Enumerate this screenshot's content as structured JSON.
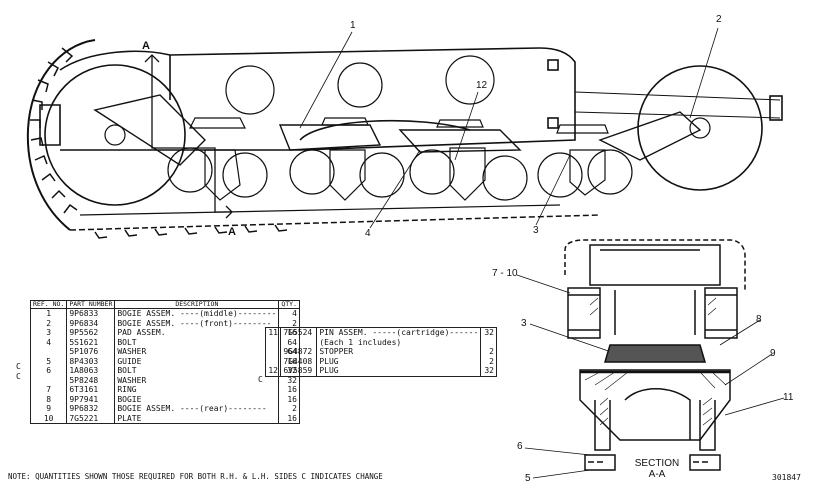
{
  "callouts": {
    "c1_top": "1",
    "c2_top": "2",
    "c12": "12",
    "c4": "4",
    "c3_left": "3",
    "c7_10": "7 - 10",
    "c3_right": "3",
    "c8": "8",
    "c9": "9",
    "c11": "11",
    "c6": "6",
    "c5": "5"
  },
  "section_marks": {
    "a_top": "A",
    "a_bottom": "A"
  },
  "section_label": {
    "line1": "SECTION",
    "line2": "A-A"
  },
  "table_main": {
    "headers": {
      "ref": "REF. NO.",
      "part": "PART NUMBER",
      "desc": "DESCRIPTION",
      "qty": "QTY."
    },
    "rows": [
      {
        "ref": "1",
        "part": "9P6833",
        "desc": "BOGIE ASSEM. ----(middle)--------",
        "qty": "4"
      },
      {
        "ref": "2",
        "part": "9P6834",
        "desc": "BOGIE ASSEM. ----(front)--------",
        "qty": "2"
      },
      {
        "ref": "3",
        "part": "9P5562",
        "desc": "PAD ASSEM.",
        "qty": "16"
      },
      {
        "ref": "4",
        "part": "5S1621",
        "desc": "BOLT",
        "qty": "64"
      },
      {
        "ref": "",
        "part": "5P1076",
        "desc": "WASHER",
        "qty": "64"
      },
      {
        "ref": "5",
        "part": "8P4303",
        "desc": "GUIDE",
        "qty": "16"
      },
      {
        "ref": "6",
        "part": "1A8063",
        "desc": "BOLT",
        "qty": "32"
      },
      {
        "ref": "",
        "part": "5P8248",
        "desc": "WASHER",
        "qty": "32"
      },
      {
        "ref": "7",
        "part": "6T3161",
        "desc": "RING",
        "qty": "16"
      },
      {
        "ref": "8",
        "part": "9P7941",
        "desc": "BOGIE",
        "qty": "16"
      },
      {
        "ref": "9",
        "part": "9P6832",
        "desc": "BOGIE ASSEM. ----(rear)--------",
        "qty": "2"
      },
      {
        "ref": "10",
        "part": "7G5221",
        "desc": "PLATE",
        "qty": "16"
      }
    ]
  },
  "table_right": {
    "rows": [
      {
        "ref": "11",
        "part": "7G5524",
        "desc": "PIN ASSEM. -----(cartridge)------",
        "qty": "32"
      },
      {
        "ref": "",
        "part": "",
        "desc": "(Each 1 includes)",
        "qty": ""
      },
      {
        "ref": "",
        "part": "9G4872",
        "desc": "STOPPER",
        "qty": "2"
      },
      {
        "ref": "",
        "part": "7G4408",
        "desc": "PLUG",
        "qty": "2"
      },
      {
        "ref": "12",
        "part": "6V5859",
        "desc": "PLUG",
        "qty": "32"
      }
    ]
  },
  "change_marks": {
    "m1": "C",
    "m2": "C",
    "m3": "C"
  },
  "note": "NOTE:  QUANTITIES SHOWN THOSE REQUIRED FOR BOTH R.H. & L.H. SIDES        C INDICATES CHANGE",
  "doc_number": "301847"
}
